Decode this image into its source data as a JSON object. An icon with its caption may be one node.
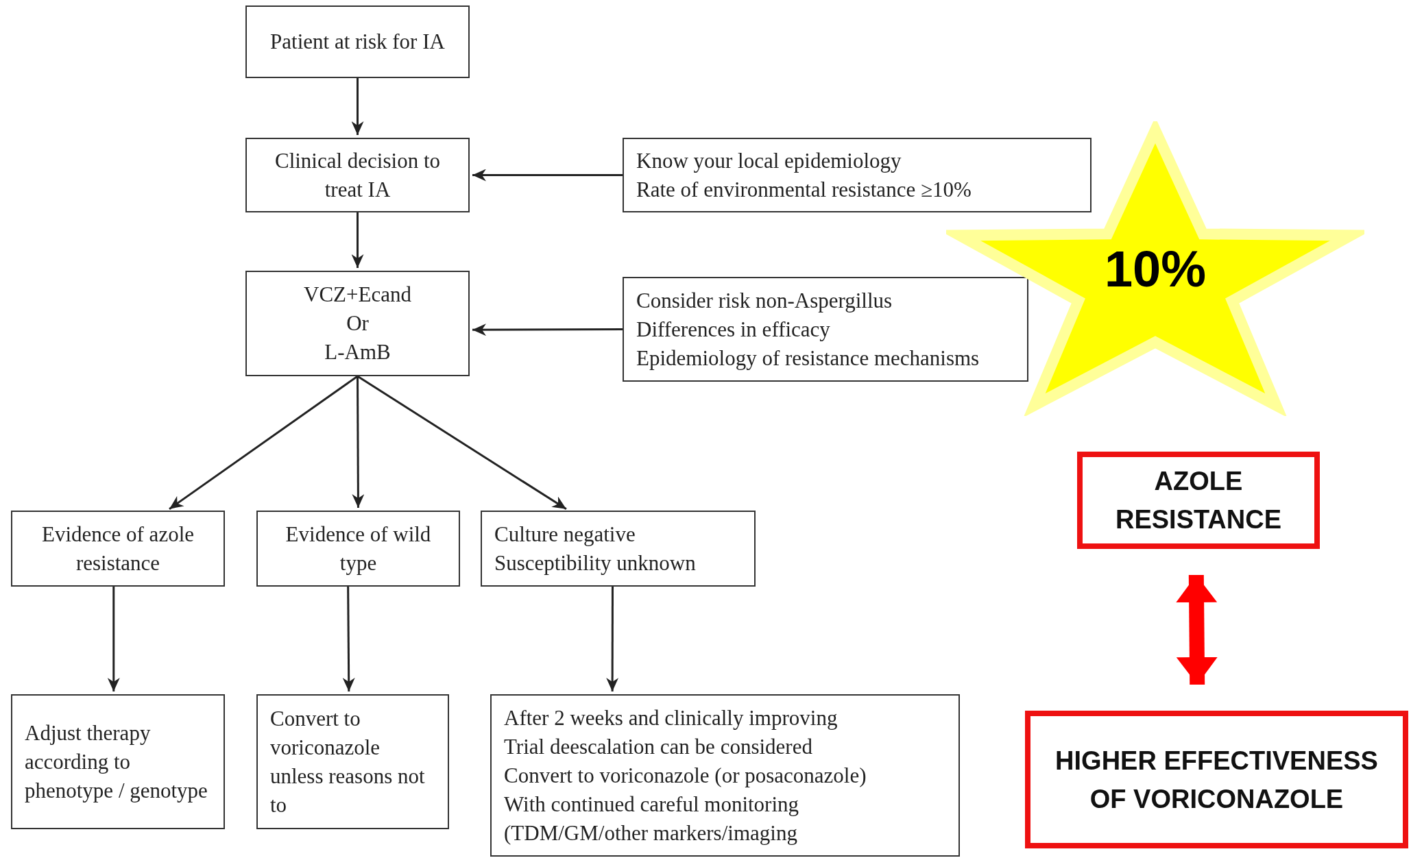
{
  "diagram": {
    "nodes": [
      {
        "text": [
          "Patient at risk for IA"
        ]
      },
      {
        "text": [
          "Clinical decision to treat IA"
        ]
      },
      {
        "text": [
          "Know your local epidemiology",
          "Rate of environmental resistance ≥10%"
        ]
      },
      {
        "text": [
          "VCZ+Ecand",
          "Or",
          "L-AmB"
        ]
      },
      {
        "text": [
          "Consider risk non-Aspergillus",
          "Differences in efficacy",
          "Epidemiology of resistance mechanisms"
        ]
      },
      {
        "text": [
          "10%"
        ]
      },
      {
        "text": [
          "Evidence of azole resistance"
        ]
      },
      {
        "text": [
          "Evidence of wild type"
        ]
      },
      {
        "text": [
          "Culture negative",
          "Susceptibility unknown"
        ]
      },
      {
        "text": [
          "Adjust therapy according to phenotype / genotype"
        ]
      },
      {
        "text": [
          "Convert to voriconazole unless reasons not to"
        ]
      },
      {
        "text": [
          "After 2 weeks and clinically improving",
          "Trial deescalation can be considered",
          "Convert to voriconazole (or posaconazole)",
          "With continued careful monitoring",
          "(TDM/GM/other markers/imaging"
        ]
      },
      {
        "text": [
          "AZOLE RESISTANCE"
        ]
      },
      {
        "text": [
          "HIGHER EFFECTIVENESS OF VORICONAZOLE"
        ]
      }
    ],
    "edges": [
      {
        "from": 0,
        "to": 1,
        "arrow": "to"
      },
      {
        "from": 2,
        "to": 1,
        "arrow": "to"
      },
      {
        "from": 1,
        "to": 3,
        "arrow": "to"
      },
      {
        "from": 4,
        "to": 3,
        "arrow": "to"
      },
      {
        "from": 3,
        "to": 6,
        "arrow": "to"
      },
      {
        "from": 3,
        "to": 7,
        "arrow": "to"
      },
      {
        "from": 3,
        "to": 8,
        "arrow": "to"
      },
      {
        "from": 6,
        "to": 9,
        "arrow": "to"
      },
      {
        "from": 7,
        "to": 10,
        "arrow": "to"
      },
      {
        "from": 8,
        "to": 11,
        "arrow": "to"
      },
      {
        "from": 12,
        "to": 13,
        "arrow": "both",
        "style": "thick",
        "color": "#ff0000"
      }
    ]
  }
}
